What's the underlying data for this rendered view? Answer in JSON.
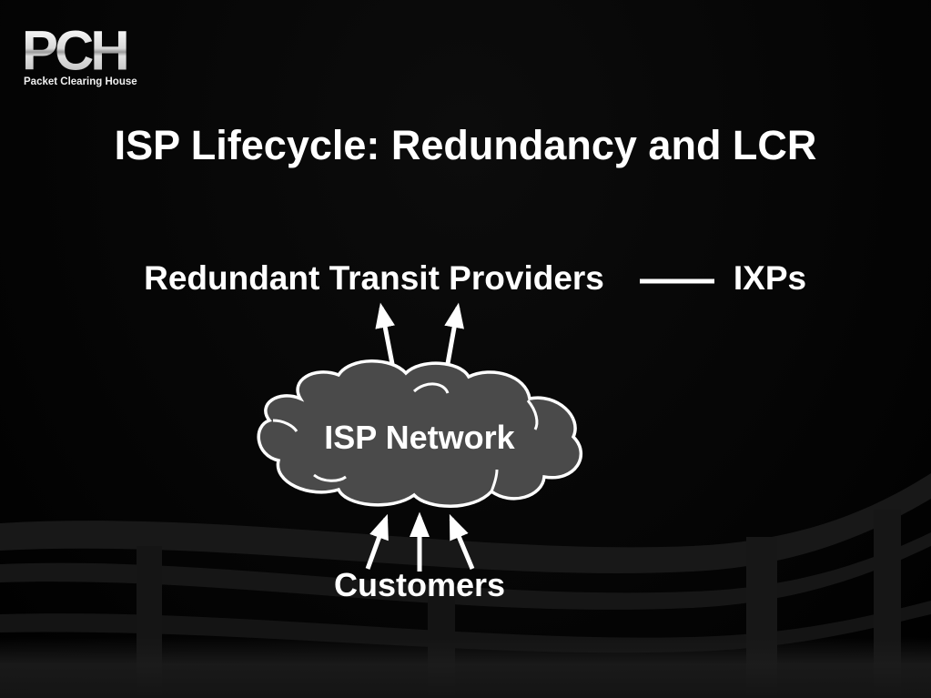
{
  "logo": {
    "letters": "PCH",
    "tagline": "Packet Clearing House"
  },
  "slide": {
    "title": "ISP Lifecycle: Redundancy and LCR"
  },
  "diagram": {
    "nodes": {
      "transit": "Redundant Transit Providers",
      "ixps": "IXPs",
      "isp_network": "ISP Network",
      "customers": "Customers"
    },
    "colors": {
      "background": "#000000",
      "text": "#ffffff",
      "cloud_fill": "#4a4a4a",
      "cloud_stroke": "#ffffff"
    }
  }
}
